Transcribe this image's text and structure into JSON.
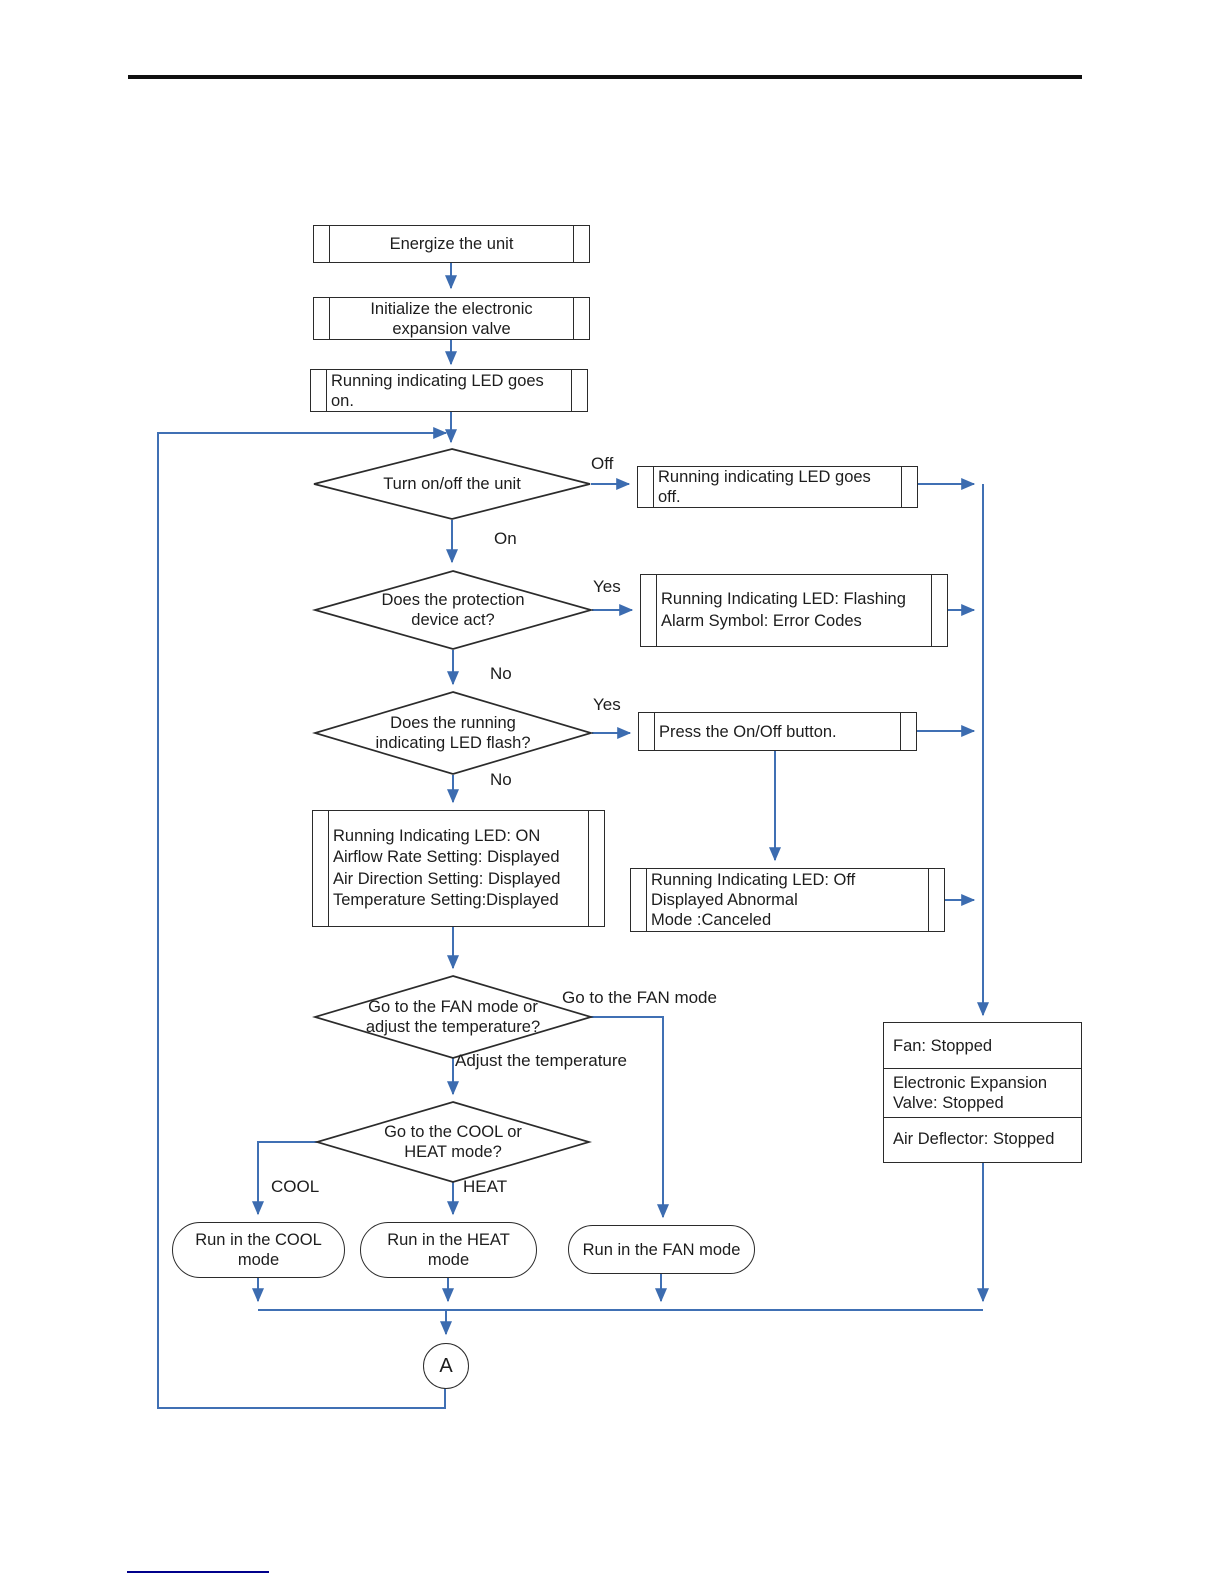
{
  "colors": {
    "connector_blue": "#4070b4",
    "shape_border": "#2b2b2b",
    "text": "#1d1d1d",
    "top_rule": "#101010",
    "footer_line": "#00008b"
  },
  "flowchart": {
    "nodes": {
      "energize": {
        "lines": [
          "Energize the unit"
        ]
      },
      "initialize": {
        "lines": [
          "Initialize the electronic",
          "expansion valve"
        ]
      },
      "led_on": {
        "lines": [
          "Running indicating LED goes",
          "on."
        ]
      },
      "turn_onoff": {
        "lines": [
          "Turn on/off the unit"
        ]
      },
      "led_off": {
        "lines": [
          "Running indicating LED goes",
          "off."
        ]
      },
      "protection": {
        "lines": [
          "Does the protection",
          "device act?"
        ]
      },
      "flashing": {
        "lines": [
          "Running Indicating LED: Flashing",
          "Alarm Symbol: Error Codes"
        ]
      },
      "led_flash": {
        "lines": [
          "Does the running",
          "indicating LED flash?"
        ]
      },
      "press_button": {
        "lines": [
          "Press the On/Off button."
        ]
      },
      "status_on": {
        "lines": [
          "Running Indicating LED: ON",
          "Airflow Rate Setting: Displayed",
          "Air Direction Setting: Displayed",
          "Temperature Setting:Displayed"
        ]
      },
      "abnormal": {
        "lines": [
          "Running Indicating LED: Off",
          "Displayed Abnormal",
          "Mode :Canceled"
        ]
      },
      "fan_or_temp": {
        "lines": [
          "Go to the FAN mode or",
          "adjust the temperature?"
        ]
      },
      "cool_or_heat": {
        "lines": [
          "Go to the COOL or",
          "HEAT mode?"
        ]
      },
      "run_cool": {
        "text": "Run in the COOL mode"
      },
      "run_heat": {
        "text": "Run in the HEAT mode"
      },
      "run_fan": {
        "text": "Run in the FAN mode"
      },
      "stopped": {
        "rows": [
          "Fan: Stopped",
          "Electronic Expansion Valve: Stopped",
          "Air Deflector: Stopped"
        ]
      },
      "connector_a": {
        "text": "A"
      }
    },
    "labels": {
      "off": "Off",
      "on": "On",
      "yes_protection": "Yes",
      "no_protection": "No",
      "yes_flash": "Yes",
      "no_flash": "No",
      "fan_branch": "Go to the FAN mode",
      "adjust_branch": "Adjust the temperature",
      "cool": "COOL",
      "heat": "HEAT"
    }
  }
}
